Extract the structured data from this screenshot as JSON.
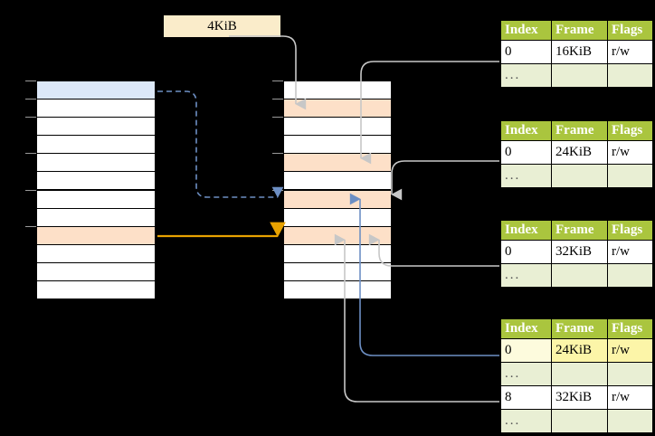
{
  "diagram": {
    "title_label": "4KiB",
    "offset_box": {
      "text": "4KiB"
    },
    "left_stack": {
      "name": "virtual-address-space",
      "row_count": 12,
      "highlight_blue_row": 1,
      "highlight_peach_row": 9,
      "rows": [
        "",
        "",
        "",
        "",
        "",
        "",
        "",
        "",
        "",
        "",
        "",
        ""
      ]
    },
    "middle_stack": {
      "name": "physical-memory",
      "row_count": 12,
      "highlight_peach_rows": [
        2,
        5,
        7,
        9
      ],
      "rows": [
        "",
        "",
        "",
        "",
        "",
        "",
        "",
        "",
        "",
        "",
        "",
        ""
      ]
    },
    "tables": [
      {
        "name": "page-table-level-1",
        "headers": [
          "Index",
          "Frame",
          "Flags"
        ],
        "rows": [
          {
            "cells": [
              "0",
              "16KiB",
              "r/w"
            ],
            "kind": "data",
            "highlight": []
          },
          {
            "cells": [
              "...",
              "",
              ""
            ],
            "kind": "ellipsis",
            "highlight": []
          }
        ]
      },
      {
        "name": "page-table-level-2",
        "headers": [
          "Index",
          "Frame",
          "Flags"
        ],
        "rows": [
          {
            "cells": [
              "0",
              "24KiB",
              "r/w"
            ],
            "kind": "data",
            "highlight": []
          },
          {
            "cells": [
              "...",
              "",
              ""
            ],
            "kind": "ellipsis",
            "highlight": []
          }
        ]
      },
      {
        "name": "page-table-level-3",
        "headers": [
          "Index",
          "Frame",
          "Flags"
        ],
        "rows": [
          {
            "cells": [
              "0",
              "32KiB",
              "r/w"
            ],
            "kind": "data",
            "highlight": []
          },
          {
            "cells": [
              "...",
              "",
              ""
            ],
            "kind": "ellipsis",
            "highlight": []
          }
        ]
      },
      {
        "name": "page-table-level-4",
        "headers": [
          "Index",
          "Frame",
          "Flags"
        ],
        "rows": [
          {
            "cells": [
              "0",
              "24KiB",
              "r/w"
            ],
            "kind": "data",
            "highlight": [
              "soft",
              "strong",
              "strong"
            ]
          },
          {
            "cells": [
              "...",
              "",
              ""
            ],
            "kind": "ellipsis",
            "highlight": []
          },
          {
            "cells": [
              "8",
              "32KiB",
              "r/w"
            ],
            "kind": "data",
            "highlight": []
          },
          {
            "cells": [
              "...",
              "",
              ""
            ],
            "kind": "ellipsis",
            "highlight": []
          }
        ]
      }
    ],
    "colors": {
      "header_green": "#aac53e",
      "ellipsis_row": "#e9efd4",
      "highlight_yellow": "#fcf5a8",
      "peach": "#fde0c8",
      "blue_cell": "#dce8f8",
      "orange_arrow": "#e8a200",
      "blue_arrow": "#6d8fc4",
      "gray_wire": "#c0c0c0",
      "label_box": "#faecca",
      "background": "#000000"
    },
    "arrows": [
      {
        "name": "blue-dashed-arrow",
        "style": "dashed",
        "color": "#6d8fc4",
        "from": "left-stack-row-1",
        "to": "middle-stack-row-7"
      },
      {
        "name": "orange-solid-arrow",
        "style": "solid",
        "color": "#e8a200",
        "from": "left-stack-row-9",
        "to": "middle-stack-row-9"
      },
      {
        "name": "offset-wire",
        "style": "solid",
        "color": "#c0c0c0",
        "from": "offset-box",
        "to": "middle-stack-row-2"
      },
      {
        "name": "table1-wire",
        "style": "solid",
        "color": "#c0c0c0",
        "from": "page-table-level-1-row-0",
        "to": "middle-stack-row-5"
      },
      {
        "name": "table2-wire",
        "style": "solid",
        "color": "#c0c0c0",
        "from": "page-table-level-2-row-0",
        "to": "middle-stack-row-7"
      },
      {
        "name": "table3-wire",
        "style": "solid",
        "color": "#c0c0c0",
        "from": "page-table-level-3-row-0",
        "to": "middle-stack-row-9"
      },
      {
        "name": "table4-wire",
        "style": "solid",
        "color": "#c0c0c0",
        "from": "page-table-level-4-row-8",
        "to": "middle-stack-row-9"
      },
      {
        "name": "table4-blue-wire",
        "style": "solid",
        "color": "#6d8fc4",
        "from": "page-table-level-4-row-0",
        "to": "middle-stack-row-7"
      }
    ]
  }
}
